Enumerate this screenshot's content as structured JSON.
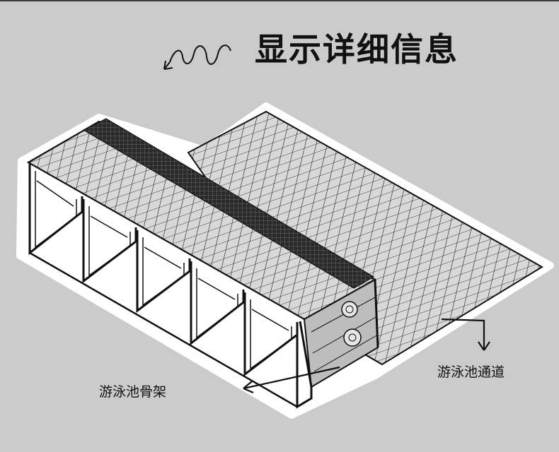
{
  "header": {
    "title": "显示详细信息"
  },
  "labels": {
    "skeleton": "游泳池骨架",
    "channel": "游泳池通道"
  },
  "colors": {
    "background": "#cbcbcb",
    "ink": "#111111",
    "halo": "#ffffff",
    "grid_fill": "#d8d8d8"
  },
  "icons": {
    "squiggle": "squiggle-arrow-icon",
    "skeleton_arrow": "arrow-left-icon",
    "channel_arrow": "arrow-down-icon"
  }
}
